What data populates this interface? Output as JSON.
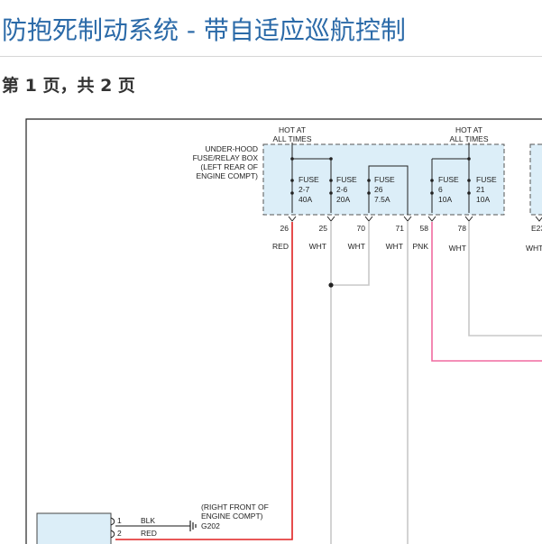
{
  "header": {
    "title": "防抱死制动系统 - 带自适应巡航控制",
    "page_info": "第 1 页，共 2 页"
  },
  "fuse_box": {
    "hot_left": [
      "HOT AT",
      "ALL TIMES"
    ],
    "hot_right": [
      "HOT AT",
      "ALL TIMES"
    ],
    "name": [
      "UNDER-HOOD",
      "FUSE/RELAY BOX",
      "(LEFT REAR OF",
      "ENGINE COMPT)"
    ],
    "fuses": [
      {
        "label": "FUSE",
        "num": "2-7",
        "amp": "40A"
      },
      {
        "label": "FUSE",
        "num": "2-6",
        "amp": "20A"
      },
      {
        "label": "FUSE",
        "num": "26",
        "amp": "7.5A"
      },
      {
        "label": "FUSE",
        "num": "6",
        "amp": "10A"
      },
      {
        "label": "FUSE",
        "num": "21",
        "amp": "10A"
      }
    ],
    "partial_label": "E23"
  },
  "pins": [
    "26",
    "25",
    "70",
    "71",
    "58",
    "78"
  ],
  "wire_colors": [
    "RED",
    "WHT",
    "WHT",
    "WHT",
    "PNK",
    "WHT",
    "WHT"
  ],
  "ground": {
    "location": [
      "(RIGHT FRONT OF",
      "ENGINE COMPT)"
    ],
    "name": "G202"
  },
  "module_pins": [
    {
      "num": "1",
      "color": "BLK"
    },
    {
      "num": "2",
      "color": "RED"
    }
  ],
  "colors": {
    "title": "#2b6aa8",
    "fuse_box_fill": "#dceef8",
    "red_wire": "#e02020",
    "pink_wire": "#f06aa0",
    "gray_wire": "#c8c8c8"
  }
}
